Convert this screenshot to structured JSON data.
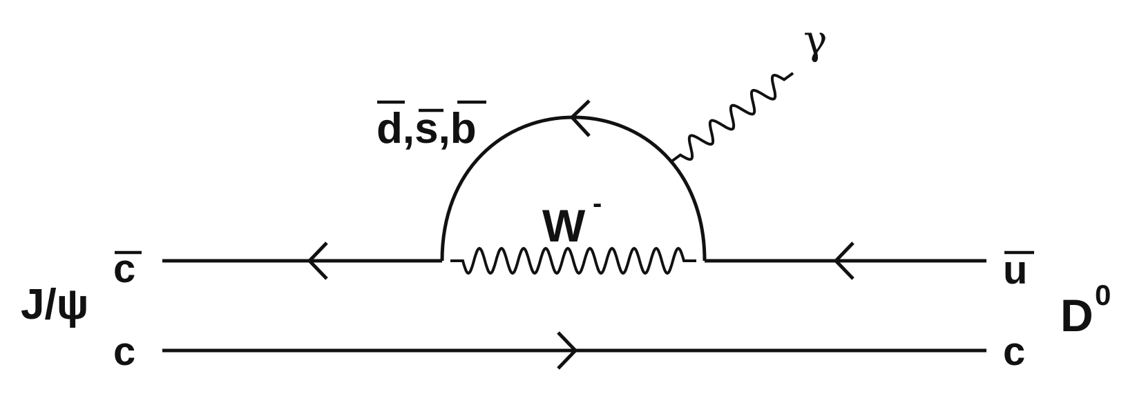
{
  "labels": {
    "initial_state": "J/ψ",
    "final_state": "D",
    "final_state_sup": "0",
    "anti_charm": "c",
    "charm_left": "c",
    "anti_up": "u",
    "charm_right": "c",
    "loop_quarks": "d,s,b",
    "w_boson": "W",
    "w_charge": "-",
    "photon": "γ"
  },
  "colors": {
    "ink": "#111111",
    "background": "#ffffff"
  }
}
